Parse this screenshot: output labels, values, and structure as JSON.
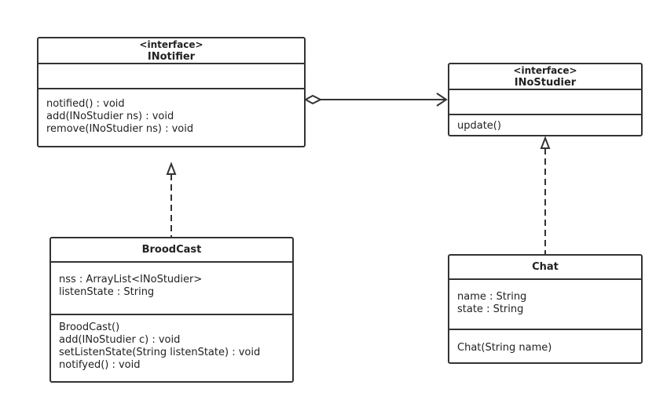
{
  "classes": {
    "inotifier": {
      "stereotype": "<interface>",
      "name": "INotifier",
      "attributes": [],
      "methods": [
        "notified() : void",
        "add(INoStudier ns) : void",
        "remove(INoStudier ns) : void"
      ]
    },
    "inostudier": {
      "stereotype": "<interface>",
      "name": "INoStudier",
      "attributes": [],
      "methods": [
        "update()"
      ]
    },
    "broodcast": {
      "name": "BroodCast",
      "attributes": [
        "nss : ArrayList<INoStudier>",
        "listenState : String"
      ],
      "methods": [
        "BroodCast()",
        "add(INoStudier c) : void",
        "setListenState(String listenState) : void",
        "notifyed() : void"
      ]
    },
    "chat": {
      "name": "Chat",
      "attributes": [
        "name : String",
        "state : String"
      ],
      "methods": [
        "Chat(String name)"
      ]
    }
  },
  "relations": [
    {
      "type": "aggregation",
      "from": "INotifier",
      "to": "INoStudier"
    },
    {
      "type": "realization",
      "from": "BroodCast",
      "to": "INotifier"
    },
    {
      "type": "realization",
      "from": "Chat",
      "to": "INoStudier"
    }
  ],
  "colors": {
    "line": "#333333",
    "background": "#ffffff"
  }
}
